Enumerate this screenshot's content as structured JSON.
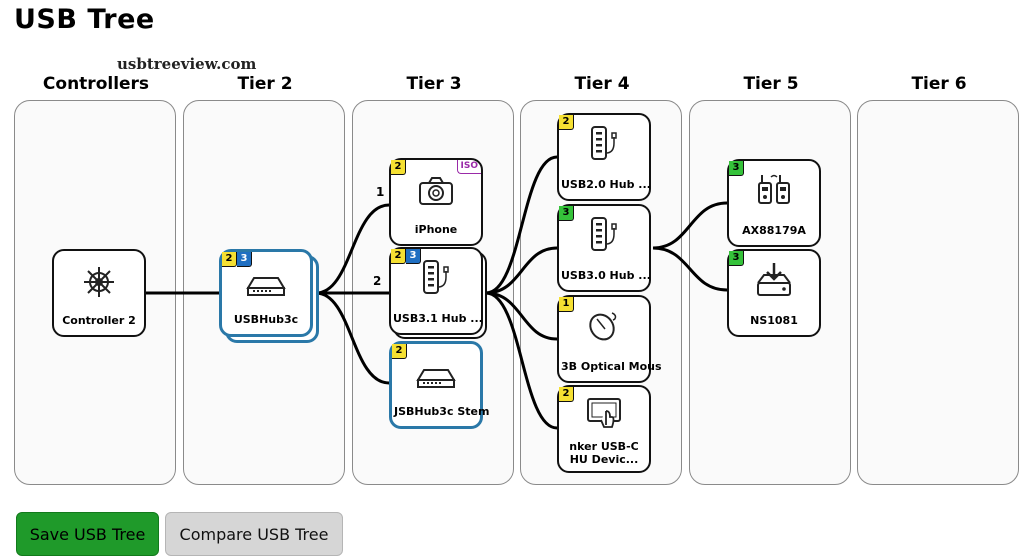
{
  "title": "USB Tree",
  "watermark": "usbtreeview.com",
  "columns": [
    "Controllers",
    "Tier 2",
    "Tier 3",
    "Tier 4",
    "Tier 5",
    "Tier 6"
  ],
  "nodes": {
    "controller2": {
      "label": "Controller 2",
      "icon": "ship-wheel-icon"
    },
    "usbhub3c": {
      "label": "USBHub3c",
      "badges": [
        "2",
        "3"
      ],
      "icon": "hub-device-icon"
    },
    "iphone": {
      "label": "iPhone",
      "badges": [
        "2"
      ],
      "tag": "ISO",
      "port": "1",
      "icon": "camera-icon"
    },
    "usb31hub": {
      "label": "USB3.1 Hub ...",
      "badges": [
        "2",
        "3"
      ],
      "port": "2",
      "icon": "usb-hub-icon"
    },
    "usbhub3c_stem": {
      "label": "JSBHub3c Stem",
      "badges": [
        "2"
      ],
      "icon": "hub-device-icon"
    },
    "usb20hub": {
      "label": "USB2.0 Hub ...",
      "badges": [
        "2"
      ],
      "icon": "usb-hub-icon"
    },
    "usb30hub": {
      "label": "USB3.0 Hub ...",
      "badges": [
        "3"
      ],
      "icon": "usb-hub-icon"
    },
    "mouse": {
      "label": "3B Optical Mous",
      "badges": [
        "1"
      ],
      "icon": "mouse-icon"
    },
    "anker": {
      "label": "nker USB-C HU Devic...",
      "badges": [
        "2"
      ],
      "icon": "touchscreen-icon"
    },
    "ax88179a": {
      "label": "AX88179A",
      "badges": [
        "3"
      ],
      "icon": "walkie-talkie-icon"
    },
    "ns1081": {
      "label": "NS1081",
      "badges": [
        "3"
      ],
      "icon": "drive-download-icon"
    }
  },
  "buttons": {
    "save": "Save USB Tree",
    "compare": "Compare USB Tree"
  },
  "colors": {
    "usb1": "#f5e032",
    "usb2": "#f5e032",
    "usb3": "#35c23a",
    "usb3_blue": "#1f6fc2",
    "save_button": "#1f9a2a",
    "hub_border": "#2a78a8"
  }
}
